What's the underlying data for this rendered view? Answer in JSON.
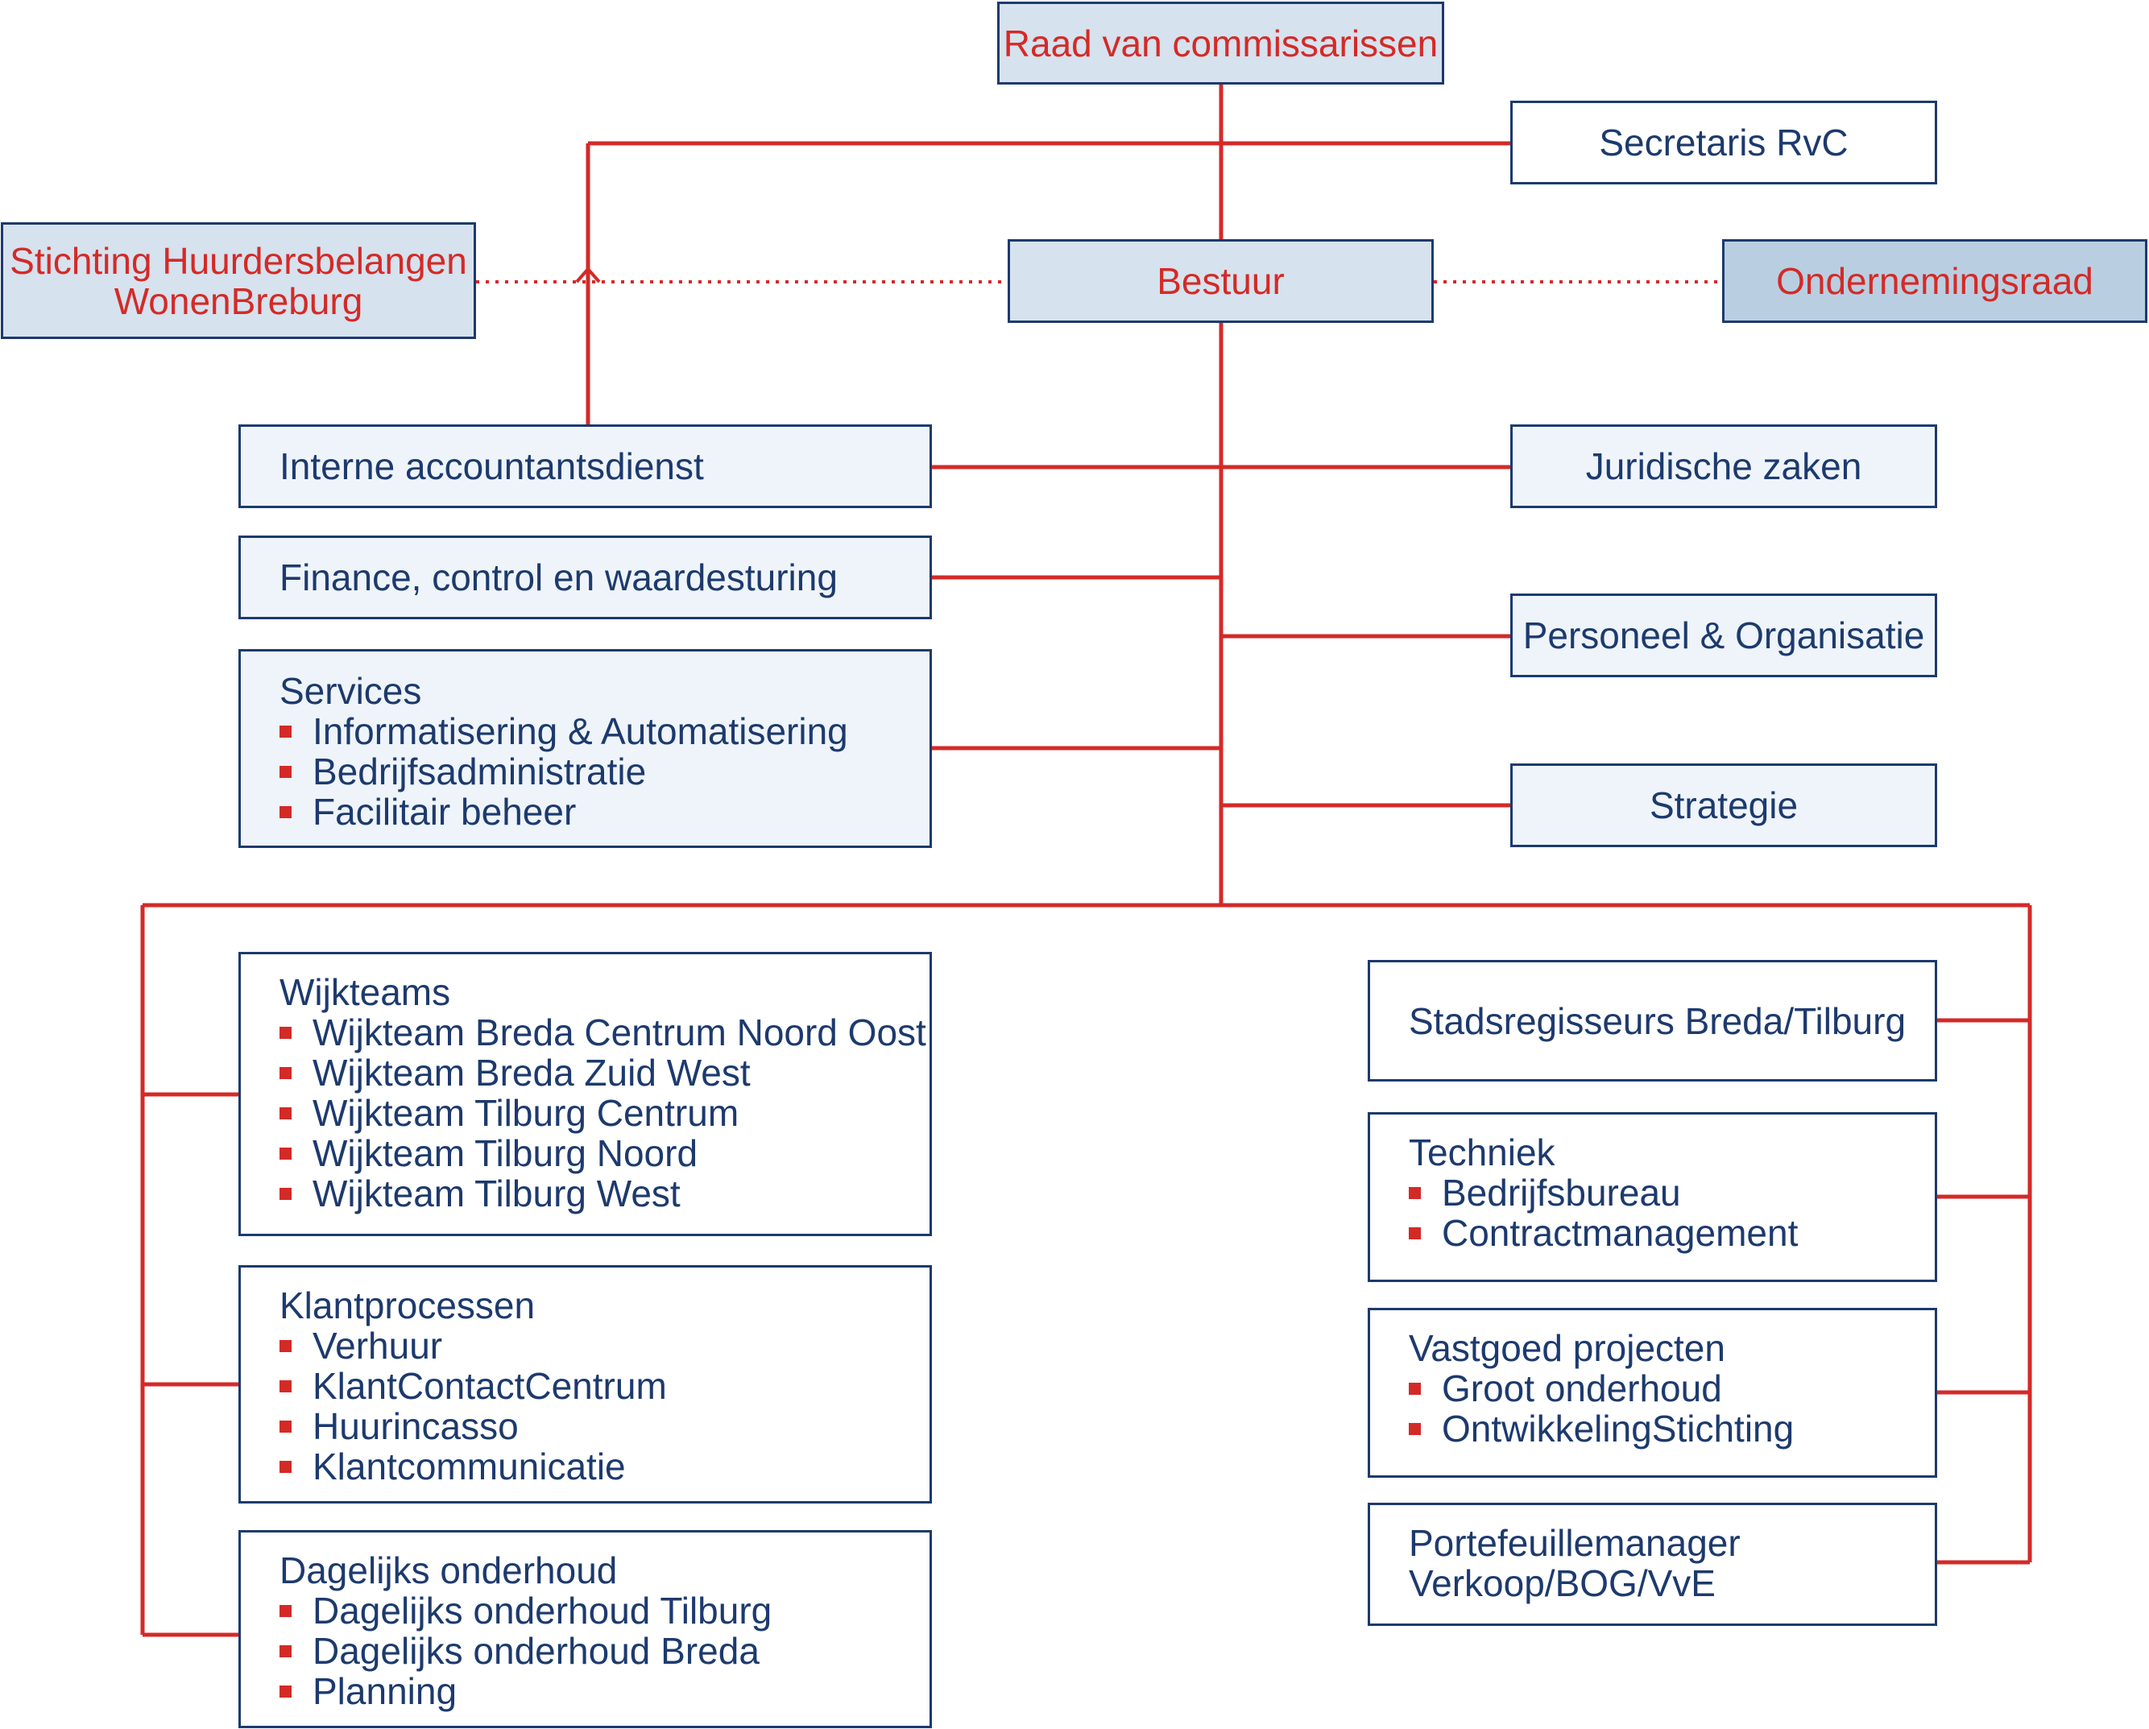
{
  "colors": {
    "line": "#d42a27",
    "navy": "#1d3a6e",
    "box_fill": "#d6e2ee",
    "box_pale": "#eef4f9",
    "box_dark": "#b9cfe1"
  },
  "top": {
    "raad": "Raad van commissarissen",
    "secretaris": "Secretaris RvC",
    "stichting_line1": "Stichting Huurdersbelangen",
    "stichting_line2": "WonenBreburg",
    "bestuur": "Bestuur",
    "ondernemingsraad": "Ondernemingsraad"
  },
  "staff_left": {
    "interne": "Interne accountantsdienst",
    "finance": "Finance, control en waardesturing",
    "services": {
      "title": "Services",
      "items": [
        "Informatisering & Automatisering",
        "Bedrijfsadministratie",
        "Facilitair beheer"
      ]
    }
  },
  "staff_right": {
    "juridische": "Juridische zaken",
    "personeel": "Personeel & Organisatie",
    "strategie": "Strategie"
  },
  "departments_left": [
    {
      "title": "Wijkteams",
      "items": [
        "Wijkteam Breda Centrum Noord Oost",
        "Wijkteam Breda Zuid West",
        "Wijkteam Tilburg Centrum",
        "Wijkteam Tilburg Noord",
        "Wijkteam Tilburg West"
      ]
    },
    {
      "title": "Klantprocessen",
      "items": [
        "Verhuur",
        "KlantContactCentrum",
        "Huurincasso",
        "Klantcommunicatie"
      ]
    },
    {
      "title": "Dagelijks onderhoud",
      "items": [
        "Dagelijks onderhoud Tilburg",
        "Dagelijks onderhoud Breda",
        "Planning"
      ]
    }
  ],
  "departments_right": [
    {
      "title": "Stadsregisseurs Breda/Tilburg",
      "items": []
    },
    {
      "title": "Techniek",
      "items": [
        "Bedrijfsbureau",
        "Contractmanagement"
      ]
    },
    {
      "title": "Vastgoed projecten",
      "items": [
        "Groot onderhoud",
        "OntwikkelingStichting"
      ]
    },
    {
      "title": "Portefeuillemanager",
      "title_line2": "Verkoop/BOG/VvE",
      "items": []
    }
  ]
}
